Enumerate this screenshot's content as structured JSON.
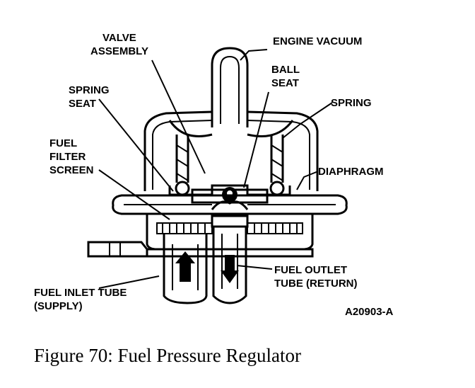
{
  "labels": {
    "valve_assembly": [
      "VALVE",
      "ASSEMBLY"
    ],
    "engine_vacuum": "ENGINE VACUUM",
    "ball_seat": [
      "BALL",
      "SEAT"
    ],
    "spring_seat": [
      "SPRING",
      "SEAT"
    ],
    "spring": "SPRING",
    "fuel_filter_screen": [
      "FUEL",
      "FILTER",
      "SCREEN"
    ],
    "diaphragm": "DIAPHRAGM",
    "fuel_outlet": [
      "FUEL OUTLET",
      "TUBE (RETURN)"
    ],
    "fuel_inlet": [
      "FUEL INLET TUBE",
      "(SUPPLY)"
    ],
    "part_number": "A20903-A"
  },
  "caption": "Figure 70: Fuel Pressure Regulator"
}
